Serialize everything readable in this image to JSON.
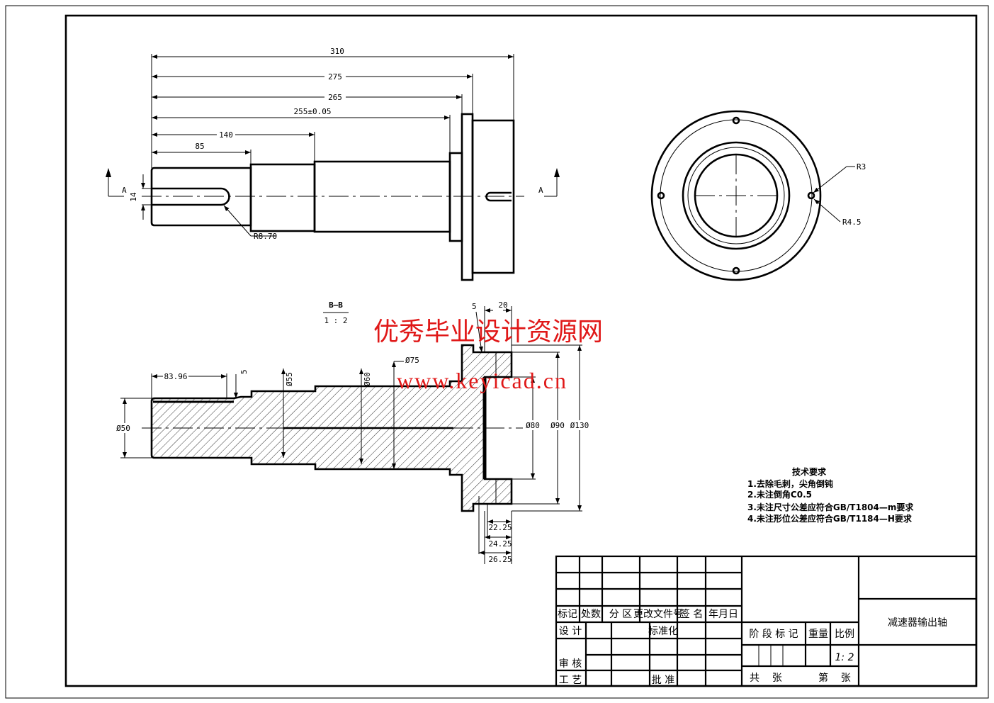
{
  "drawing": {
    "top_view": {
      "dims": [
        "310",
        "275",
        "265",
        "255±0.05",
        "140",
        "85",
        "14",
        "R8.70"
      ],
      "section_mark_left": "A",
      "section_mark_right": "A"
    },
    "end_view": {
      "labels": [
        "R3",
        "R4.5"
      ]
    },
    "section_view": {
      "title": "B—B",
      "scale": "1 : 2",
      "dims": {
        "d50": "Ø50",
        "len8396": "83.96",
        "step5": "5",
        "d55": "Ø55",
        "d60": "Ø60",
        "d75": "Ø75",
        "w20": "20",
        "g5": "5",
        "d80": "Ø80",
        "d90": "Ø90",
        "d130": "Ø130",
        "l2225": "22.25",
        "l2425": "24.25",
        "l2625": "26.25"
      }
    },
    "watermark": {
      "cn": "优秀毕业设计资源网",
      "url": "www.keyicad.cn"
    },
    "tech_requirements": {
      "title": "技术要求",
      "items": [
        "1.去除毛刺，尖角倒钝",
        "2.未注倒角C0.5",
        "3.未注尺寸公差应符合GB/T1804—m要求",
        "4.未注形位公差应符合GB/T1184—H要求"
      ]
    },
    "title_block": {
      "header": [
        "标记",
        "处数",
        "分 区",
        "更改文件号",
        "签 名",
        "年月日"
      ],
      "design": "设 计",
      "standardize": "标准化",
      "review": "审 核",
      "process": "工 艺",
      "approve": "批 准",
      "stage_mark": "阶 段 标 记",
      "weight": "重量",
      "scale_label": "比例",
      "scale_value": "1: 2",
      "total_sheets": "共    张",
      "sheet_no": "第    张",
      "part_name": "减速器输出轴"
    }
  }
}
